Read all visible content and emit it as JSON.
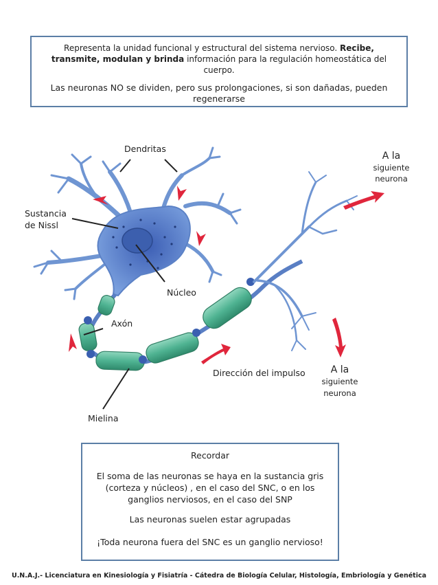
{
  "intro": {
    "p1_normal": "Representa la unidad funcional y estructural del sistema nervioso. ",
    "p1_bold": "Recibe, transmite, modulan y brinda",
    "p1_rest": " información para la regulación homeostática del cuerpo.",
    "p2": "Las neuronas NO se dividen, pero sus prolongaciones, si son dañadas, pueden regenerarse"
  },
  "labels": {
    "dendritas": "Dendritas",
    "sustancia_1": "Sustancia",
    "sustancia_2": "de Nissl",
    "nucleo": "Núcleo",
    "axon": "Axón",
    "mielina": "Mielina",
    "direccion": "Dirección del impulso",
    "top_right_1": "A la",
    "top_right_2": "siguiente",
    "top_right_3": "neurona",
    "bottom_right_1": "A la",
    "bottom_right_2": "siguiente",
    "bottom_right_3": "neurona"
  },
  "recordar": {
    "title": "Recordar",
    "line1": "El soma de las neuronas se haya en la sustancia gris (corteza y núcleos) , en el caso del SNC, o en los ganglios nerviosos, en el caso del SNP",
    "line2": "Las neuronas suelen estar agrupadas",
    "line3": "¡Toda neurona fuera del SNC es un ganglio nervioso!"
  },
  "footer": "U.N.A.J.- Licenciatura en Kinesiología y Fisiatría - Cátedra de Biología Celular, Histología, Embriología y Genética",
  "colors": {
    "neuron_blue": "#5f86c9",
    "myelin_green": "#4fb392",
    "arrow_red": "#e0263c",
    "box_border": "#5b7ea6"
  }
}
